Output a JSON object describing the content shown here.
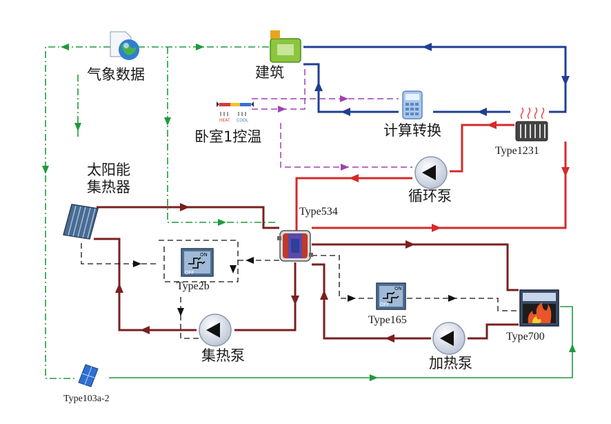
{
  "labels": {
    "weather": "气象数据",
    "building": "建筑",
    "thermostat": "卧室1控温",
    "calc": "计算转换",
    "type1231": "Type1231",
    "solar": "太阳能\n集热器",
    "type534": "Type534",
    "circ_pump": "循环泵",
    "type2b": "Type2b",
    "collector_pump": "集热泵",
    "type165": "Type165",
    "type700": "Type700",
    "heat_pump": "加热泵",
    "type103": "Type103a-2"
  },
  "icon_text": {
    "heat": "HEAT",
    "cool": "COOL",
    "on": "ON",
    "off": "OFF"
  },
  "colors": {
    "blue": "#1f3f95",
    "red": "#d42a2a",
    "darkred": "#7a1f1f",
    "green": "#1e9a3c",
    "purple": "#a23fb2",
    "black": "#111111"
  }
}
